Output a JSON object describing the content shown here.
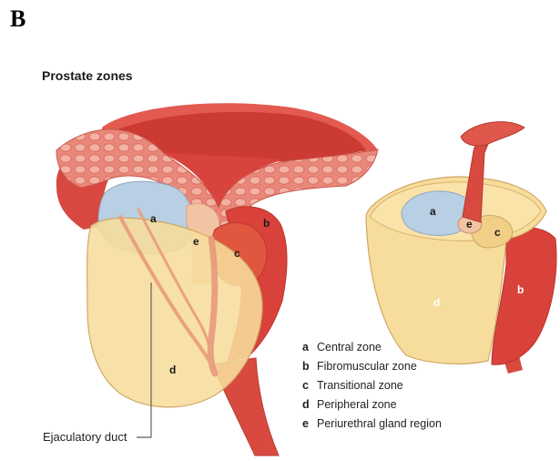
{
  "panel_letter": "B",
  "title": "Prostate zones",
  "zone_labels": {
    "a": "a",
    "b": "b",
    "c": "c",
    "d": "d",
    "e": "e"
  },
  "legend": [
    {
      "key": "a",
      "text": "Central zone"
    },
    {
      "key": "b",
      "text": "Fibromuscular zone"
    },
    {
      "key": "c",
      "text": "Transitional zone"
    },
    {
      "key": "d",
      "text": "Peripheral zone"
    },
    {
      "key": "e",
      "text": "Periurethral gland region"
    }
  ],
  "callout": "Ejaculatory duct",
  "colors": {
    "central": "#b9cfe3",
    "fibromuscular": "#d8423a",
    "transitional": "#f2cf86",
    "peripheral": "#f7dd9c",
    "periurethral": "#f3c4a4",
    "bladder": "#d9403b"
  }
}
